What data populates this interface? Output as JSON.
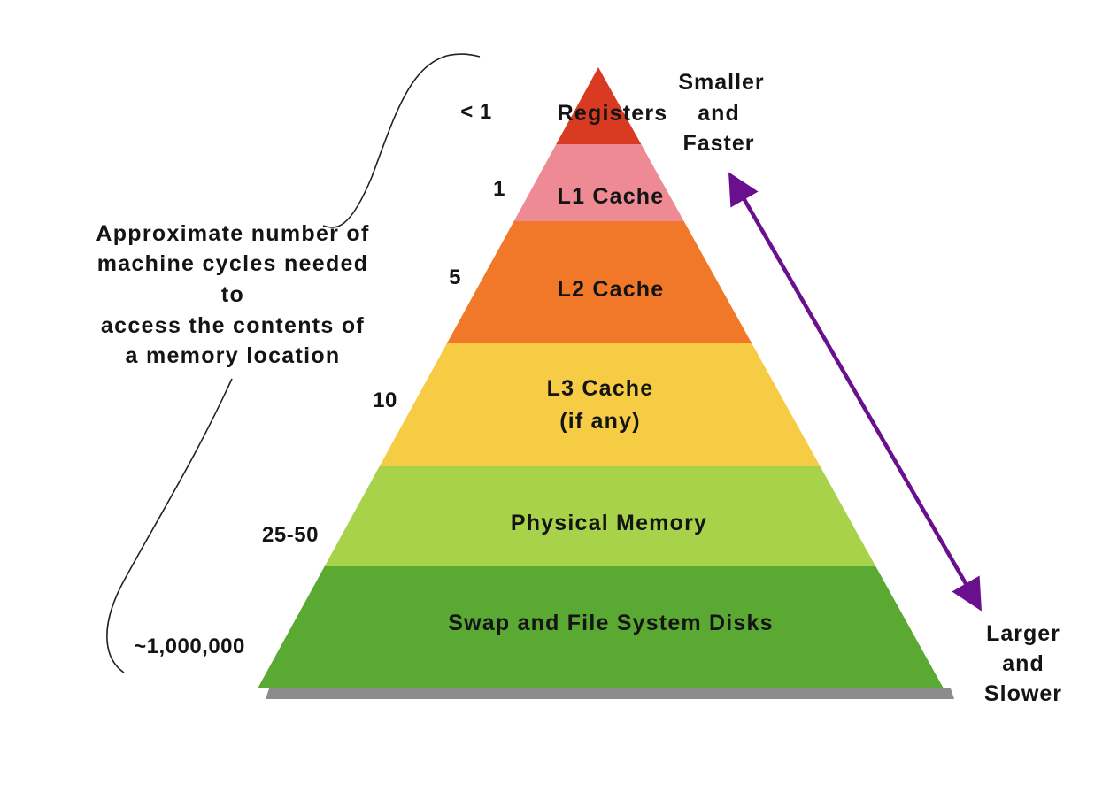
{
  "diagram": {
    "description_lines": [
      "Approximate number of",
      "machine cycles needed",
      "to",
      "access the contents of",
      "a memory location"
    ],
    "top_label_lines": [
      "Smaller",
      "and",
      "Faster"
    ],
    "bottom_label_lines": [
      "Larger",
      "and",
      "Slower"
    ],
    "arrow_color": "#6a0f8e",
    "levels": [
      {
        "name_lines": [
          "Registers"
        ],
        "cycles": "< 1",
        "color": "#d93a22"
      },
      {
        "name_lines": [
          "L1 Cache"
        ],
        "cycles": "1",
        "color": "#ee8a94"
      },
      {
        "name_lines": [
          "L2 Cache"
        ],
        "cycles": "5",
        "color": "#f07828"
      },
      {
        "name_lines": [
          "L3 Cache",
          "(if any)"
        ],
        "cycles": "10",
        "color": "#f7cc45"
      },
      {
        "name_lines": [
          "Physical Memory"
        ],
        "cycles": "25-50",
        "color": "#a8d24a"
      },
      {
        "name_lines": [
          "Swap and File System Disks"
        ],
        "cycles": "~1,000,000",
        "color": "#5aa932"
      }
    ]
  }
}
